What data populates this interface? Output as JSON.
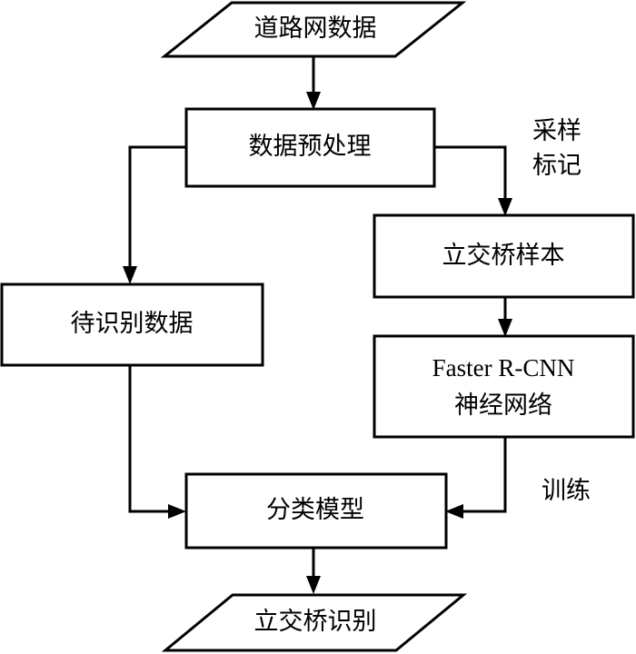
{
  "diagram": {
    "title": "",
    "type": "flowchart",
    "background_color": "#ffffff",
    "line_color": "#000000",
    "text_color": "#000000",
    "nodes": [
      {
        "id": "road-network-data",
        "label": "道路网数据",
        "shape": "parallelogram",
        "role": "input"
      },
      {
        "id": "data-preprocessing",
        "label": "数据预处理",
        "shape": "rectangle",
        "role": "process"
      },
      {
        "id": "overpass-samples",
        "label": "立交桥样本",
        "shape": "rectangle",
        "role": "process"
      },
      {
        "id": "faster-rcnn-network",
        "label_line1": "Faster R-CNN",
        "label_line2": "神经网络",
        "shape": "rectangle",
        "role": "process"
      },
      {
        "id": "data-to-recognize",
        "label": "待识别数据",
        "shape": "rectangle",
        "role": "process"
      },
      {
        "id": "classification-model",
        "label": "分类模型",
        "shape": "rectangle",
        "role": "process"
      },
      {
        "id": "overpass-recognition",
        "label": "立交桥识别",
        "shape": "parallelogram",
        "role": "output"
      }
    ],
    "edge_labels": [
      {
        "id": "sampling-annotation",
        "line1": "采样",
        "line2": "标记"
      },
      {
        "id": "training",
        "line1": "训练"
      }
    ],
    "edges": [
      {
        "from": "road-network-data",
        "to": "data-preprocessing",
        "label": ""
      },
      {
        "from": "data-preprocessing",
        "to": "overpass-samples",
        "label": "采样标记"
      },
      {
        "from": "data-preprocessing",
        "to": "data-to-recognize",
        "label": ""
      },
      {
        "from": "overpass-samples",
        "to": "faster-rcnn-network",
        "label": ""
      },
      {
        "from": "faster-rcnn-network",
        "to": "classification-model",
        "label": "训练"
      },
      {
        "from": "data-to-recognize",
        "to": "classification-model",
        "label": ""
      },
      {
        "from": "classification-model",
        "to": "overpass-recognition",
        "label": ""
      }
    ]
  }
}
